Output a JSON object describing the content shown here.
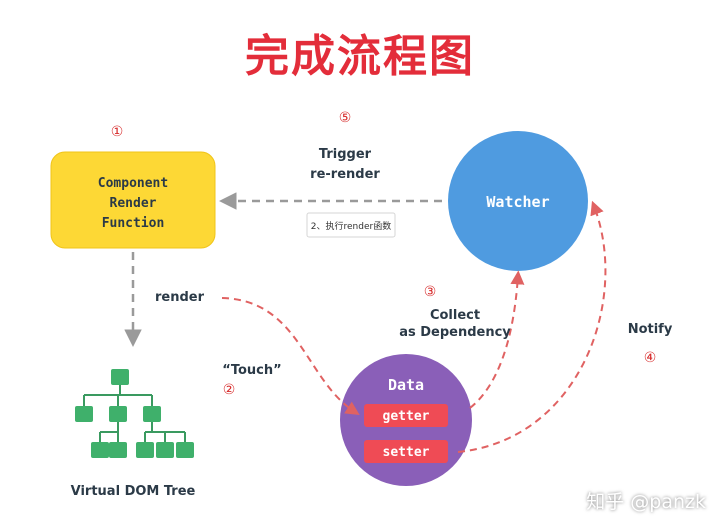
{
  "title": "完成流程图",
  "render_fn": {
    "line1": "Component",
    "line2": "Render",
    "line3": "Function"
  },
  "watcher": "Watcher",
  "data": {
    "title": "Data",
    "getter": "getter",
    "setter": "setter"
  },
  "trigger": {
    "line1": "Trigger",
    "line2": "re-render"
  },
  "note": "2、执行render函数",
  "render_label": "render",
  "touch_label": "“Touch”",
  "collect": {
    "line1": "Collect",
    "line2": "as Dependency"
  },
  "notify": "Notify",
  "vdom_label": "Virtual DOM Tree",
  "steps": {
    "one": "①",
    "two": "②",
    "three": "③",
    "four": "④",
    "five": "⑤"
  },
  "watermark": "知乎 @panzk",
  "colors": {
    "title": "#e32d3a",
    "render_box": "#fdd835",
    "watcher": "#4f9be0",
    "data": "#8a5fb8",
    "pill": "#ef4b55",
    "arrow": "#e06262",
    "gray_arrow": "#9a9a9a",
    "tree": "#3fb06b"
  }
}
